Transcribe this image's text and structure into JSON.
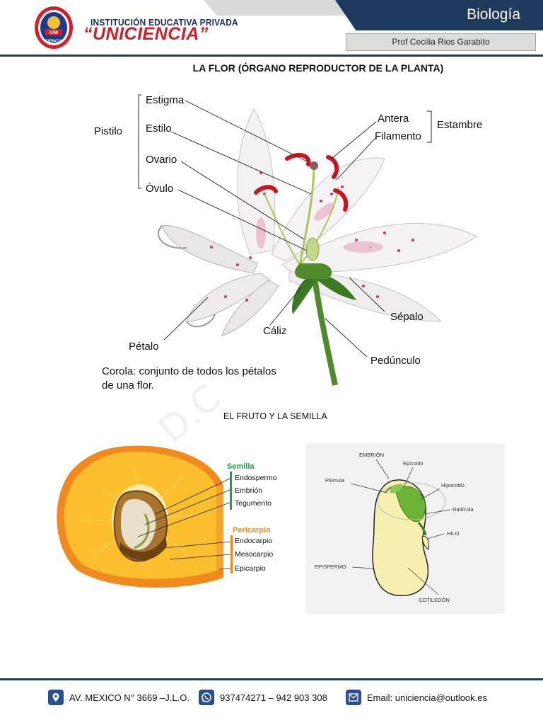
{
  "header": {
    "logo_lettering": "INSTITUCION EDUCATIVA PRIVADA UNI CIENCIA",
    "institution_line1": "INSTITUCIÓN EDUCATIVA PRIVADA",
    "institution_line2": "“UNICIENCIA”",
    "subject": "Biología",
    "teacher": "Prof Cecilia Rios Garabito",
    "colors": {
      "navy": "#1f3a5c",
      "red": "#d0202a",
      "grey": "#d8d9db"
    }
  },
  "main": {
    "title": "LA FLOR (ÓRGANO REPRODUCTOR DE LA PLANTA)",
    "section_title": "EL FRUTO Y LA SEMILLA",
    "watermark": "D.C"
  },
  "flower": {
    "labels": {
      "estigma": "Estigma",
      "estilo": "Estilo",
      "ovario": "Ovario",
      "ovulo": "Óvulo",
      "pistilo": "Pistilo",
      "antera": "Antera",
      "filamento": "Filamento",
      "estambre": "Estambre",
      "sepalo": "Sépalo",
      "caliz": "Cáliz",
      "petalo": "Pétalo",
      "pedunculo": "Pedúnculo"
    },
    "caption_line1": "Corola: conjunto de todos los pétalos",
    "caption_line2": "de una flor."
  },
  "fruit": {
    "semilla_title": "Semilla",
    "semilla_items": [
      "Endospermo",
      "Embrión",
      "Tegumento"
    ],
    "pericarpio_title": "Pericarpio",
    "pericarpio_items": [
      "Endocarpio",
      "Mesocarpio",
      "Epicarpio"
    ],
    "colors": {
      "semilla": "#21a04a",
      "pericarpio": "#f08a1e"
    }
  },
  "seed": {
    "labels": {
      "embrion": "EMBRIÓN",
      "epicotilo": "Epicotilo",
      "plumula": "Plúmula",
      "hipocotilo": "Hipocotilo",
      "radicula": "Radícula",
      "hilo": "HILO",
      "epispermo": "EPISPERMO",
      "cotiledon": "COTILEDÓN"
    }
  },
  "footer": {
    "address": "AV. MEXICO N° 3669 –J.L.O.",
    "phones": "937474271 – 942 903 308",
    "email": "Email: uniciencia@outlook.es",
    "icons": [
      "location-icon",
      "whatsapp-icon",
      "mail-icon"
    ]
  }
}
